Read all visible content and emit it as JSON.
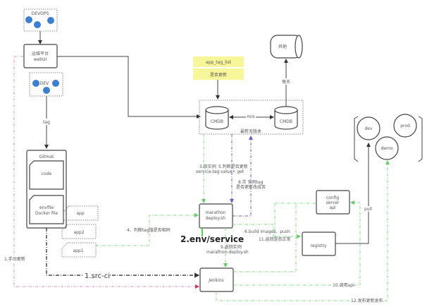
{
  "groups": {
    "devops": "DEVOPS",
    "dev": "DEV"
  },
  "nodes": {
    "webui": [
      "运维平台",
      "webUI"
    ],
    "github": "GitHub",
    "code": "code",
    "envfile": [
      "envfile",
      "Docker file"
    ],
    "app": "app",
    "app2": "app2",
    "app1": "app1",
    "cmdb1": "CMDB",
    "cmdb2": "CMDB",
    "offsite": "异地",
    "marathon": [
      "marathon",
      "deploy.sh"
    ],
    "jenkins": "Jenkins",
    "config": [
      "config",
      "server",
      "api"
    ],
    "registry": "registry",
    "env_dev": "dev",
    "env_demo": "demo",
    "env_prod": "prod"
  },
  "notes": {
    "app_tag_list": "app_tag_list",
    "whether_update": "是否更新"
  },
  "labels": {
    "tag": "tag",
    "ms": "m/s",
    "daily": "每天",
    "latest": "最新无版本",
    "manual": "1.手动更新",
    "src_ci": "1.src-ci",
    "env_service": "2.env/service",
    "step3": [
      "3.取实例",
      "service-tag"
    ],
    "step4": "4、判断tag值是否相同",
    "step5": [
      "5.判断是否更新",
      "value+ get"
    ],
    "step6": "6.build images、push",
    "step8": [
      "8.存 实例tag",
      "是否更新改成否"
    ],
    "step9": [
      "9.返回实例",
      "marathon-deploy.sh"
    ],
    "step10": "10.调用api",
    "step11": "11.返回是否正常",
    "step12": "12.发布更新发布.",
    "pull": "pull"
  }
}
